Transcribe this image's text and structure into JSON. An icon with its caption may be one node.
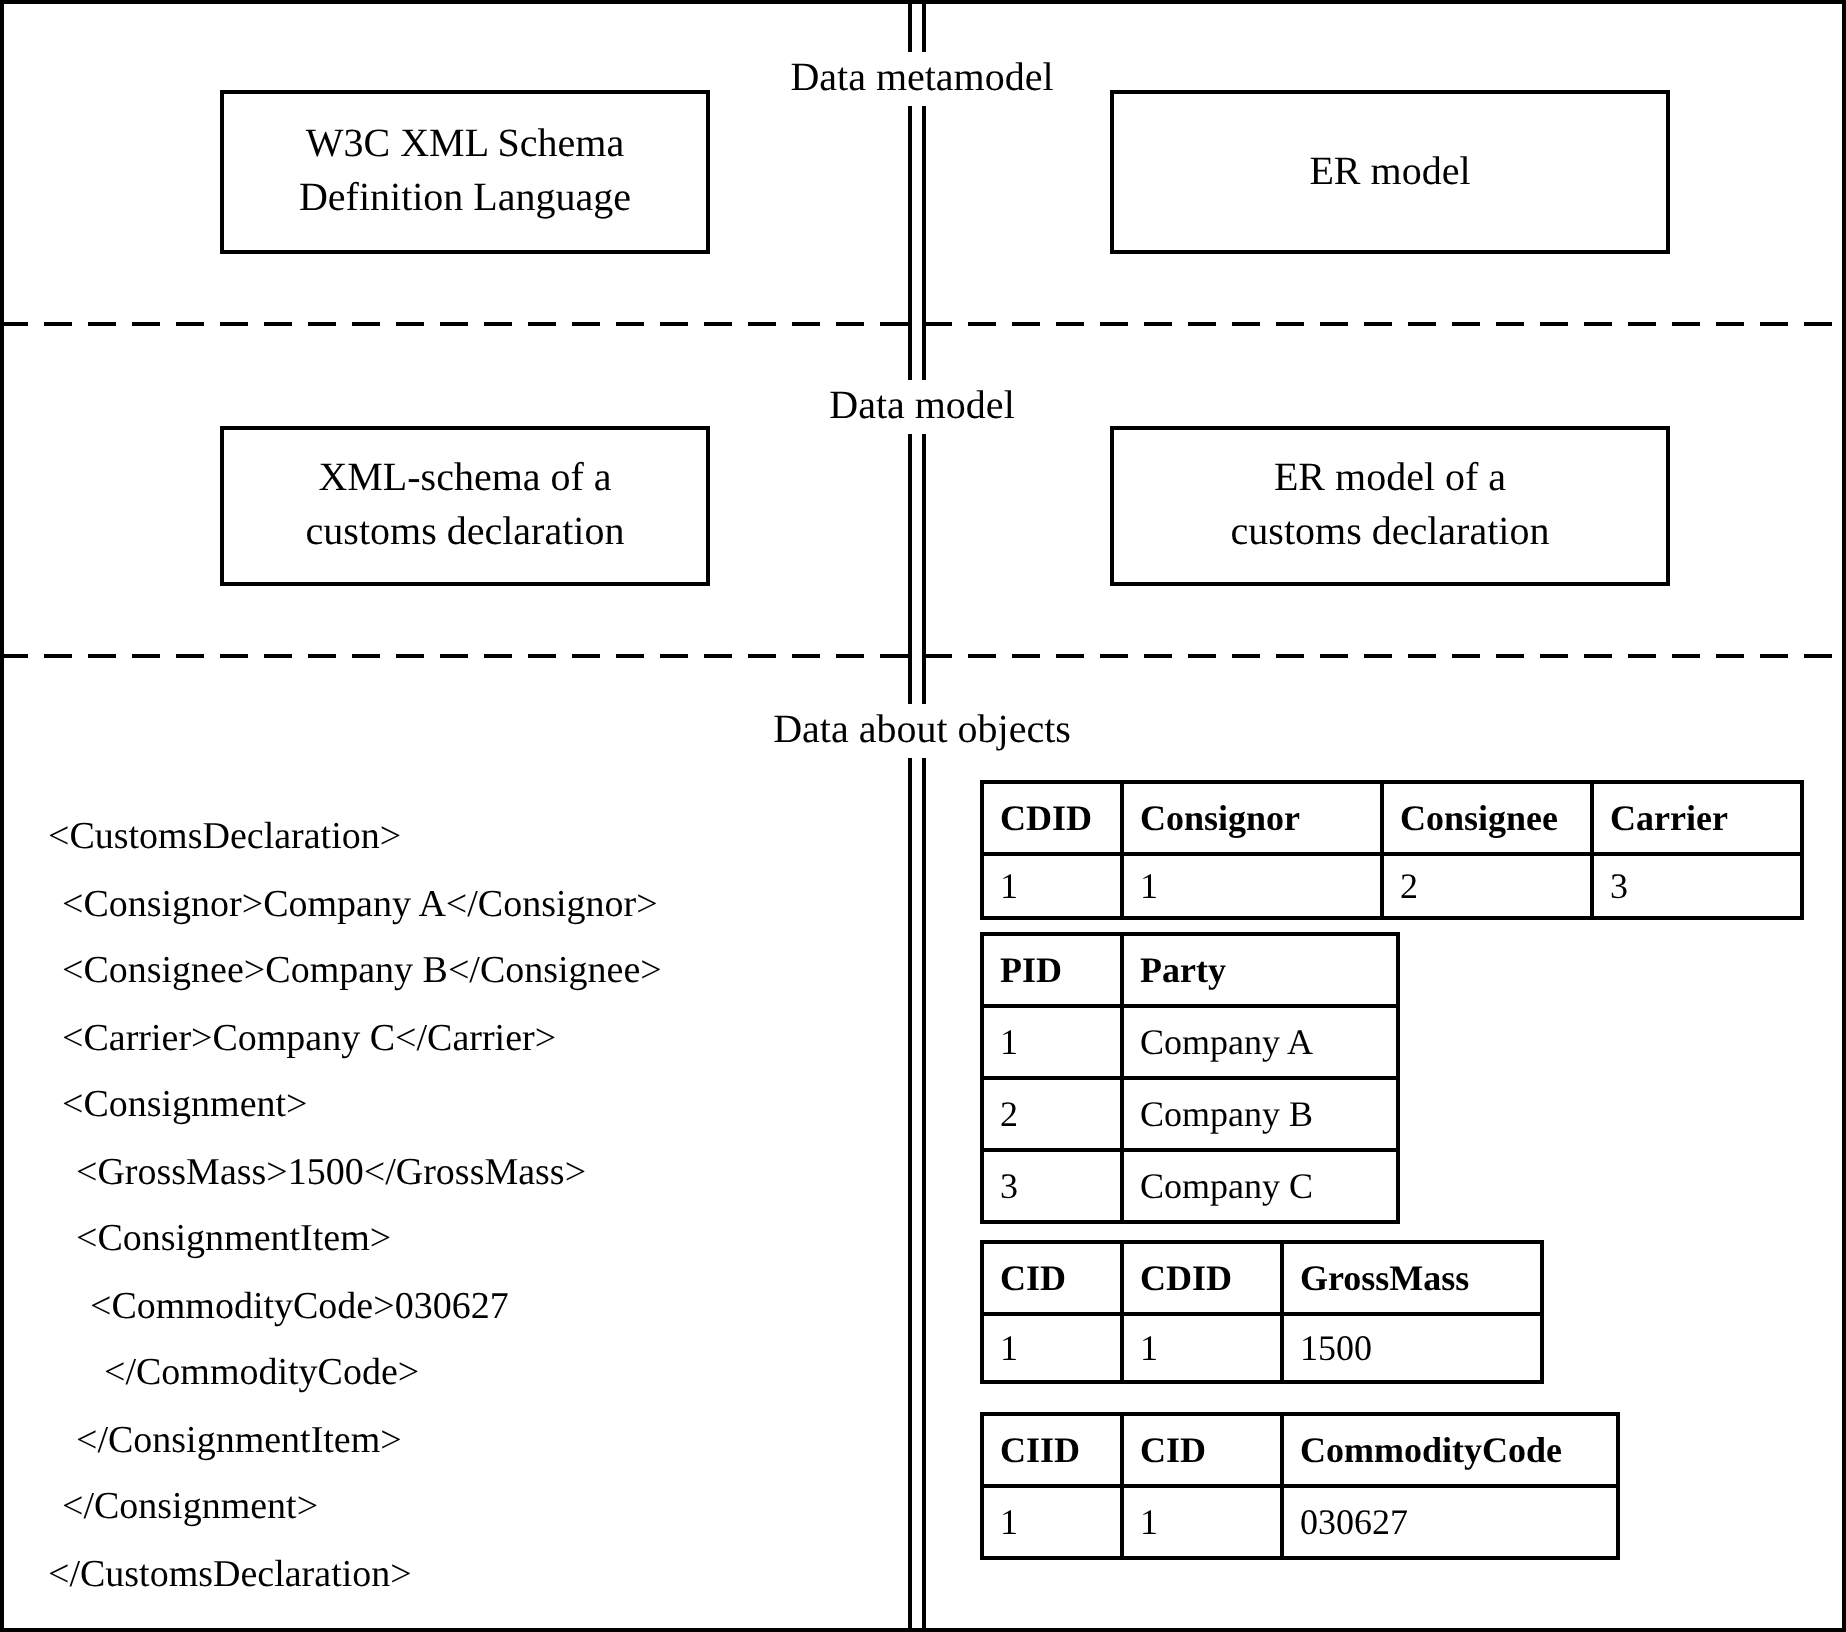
{
  "diagram": {
    "nodes": [
      {
        "text": [
          "W3C XML Schema Definition Language"
        ]
      },
      {
        "text": [
          "ER model"
        ]
      },
      {
        "text": [
          "XML-schema of a customs declaration"
        ]
      },
      {
        "text": [
          "ER model of a customs declaration"
        ]
      }
    ],
    "labels": [
      "Data metamodel",
      "Data model",
      "Data about objects",
      "<CustomsDeclaration>",
      "<Consignor>Company A</Consignor>",
      "<Consignee>Company B</Consignee>",
      "<Carrier>Company C</Carrier>",
      "<Consignment>",
      "<GrossMass>1500</GrossMass>",
      "<ConsignmentItem>",
      "<CommodityCode>030627",
      "</CommodityCode>",
      "</ConsignmentItem>",
      "</Consignment>",
      "</CustomsDeclaration>",
      "CDID",
      "Consignor",
      "Consignee",
      "Carrier",
      "1",
      "1",
      "2",
      "3",
      "PID",
      "Party",
      "1",
      "Company A",
      "2",
      "Company B",
      "3",
      "Company C",
      "CID",
      "CDID",
      "GrossMass",
      "1",
      "1",
      "1500",
      "CIID",
      "CID",
      "CommodityCode",
      "1",
      "1",
      "030627"
    ]
  }
}
